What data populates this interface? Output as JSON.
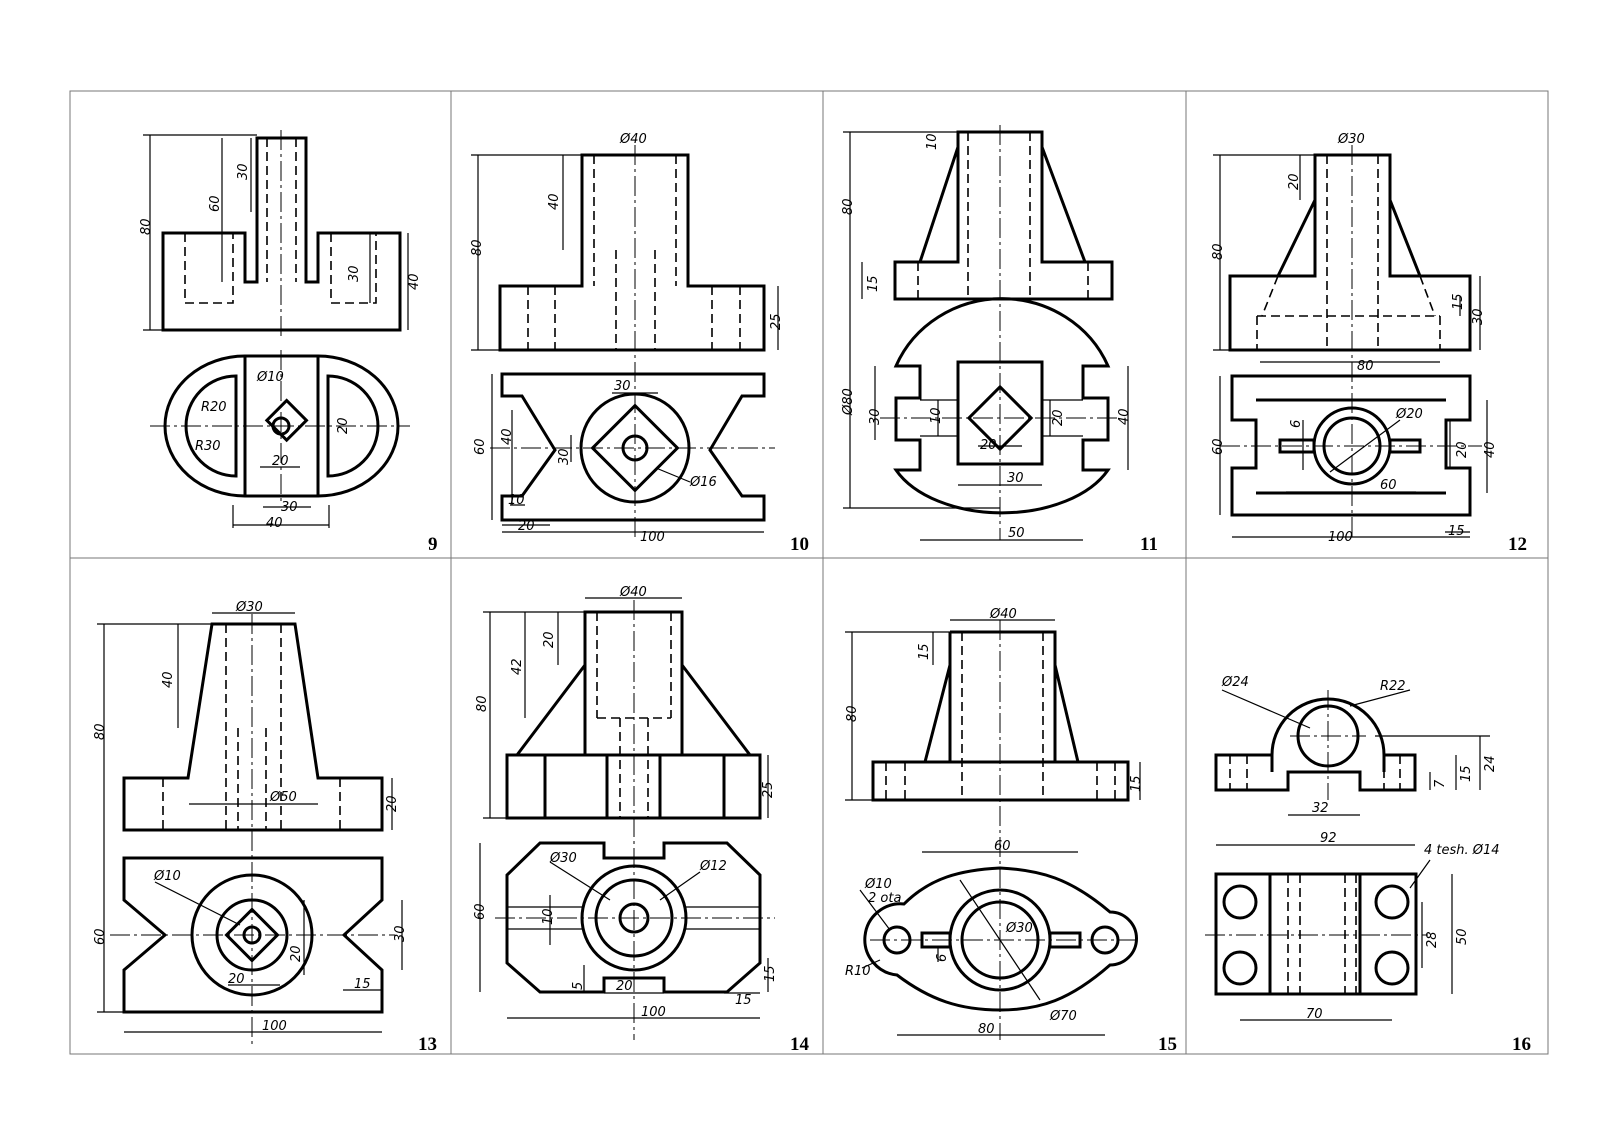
{
  "panels": [
    {
      "number": "9",
      "dims": [
        "80",
        "60",
        "30",
        "30",
        "40",
        "R20",
        "R30",
        "Ø10",
        "20",
        "20",
        "30",
        "40"
      ]
    },
    {
      "number": "10",
      "dims": [
        "Ø40",
        "40",
        "80",
        "25",
        "30",
        "60",
        "40",
        "30",
        "Ø16",
        "10",
        "20",
        "100"
      ]
    },
    {
      "number": "11",
      "dims": [
        "10",
        "80",
        "15",
        "Ø80",
        "30",
        "10",
        "20",
        "40",
        "20",
        "30",
        "50"
      ]
    },
    {
      "number": "12",
      "dims": [
        "Ø30",
        "20",
        "80",
        "15",
        "30",
        "80",
        "6",
        "Ø20",
        "20",
        "40",
        "60",
        "60",
        "100",
        "15"
      ]
    },
    {
      "number": "13",
      "dims": [
        "Ø30",
        "40",
        "80",
        "Ø50",
        "20",
        "Ø10",
        "30",
        "60",
        "20",
        "20",
        "15",
        "100"
      ]
    },
    {
      "number": "14",
      "dims": [
        "Ø40",
        "20",
        "42",
        "80",
        "25",
        "Ø30",
        "Ø12",
        "10",
        "60",
        "5",
        "20",
        "15",
        "15",
        "100"
      ]
    },
    {
      "number": "15",
      "dims": [
        "Ø40",
        "15",
        "80",
        "15",
        "60",
        "Ø10",
        "2 ota",
        "Ø30",
        "R10",
        "6",
        "Ø70",
        "80"
      ]
    },
    {
      "number": "16",
      "dims": [
        "Ø24",
        "R22",
        "24",
        "15",
        "7",
        "32",
        "92",
        "4 tesh. Ø14",
        "28",
        "50",
        "70"
      ]
    }
  ]
}
